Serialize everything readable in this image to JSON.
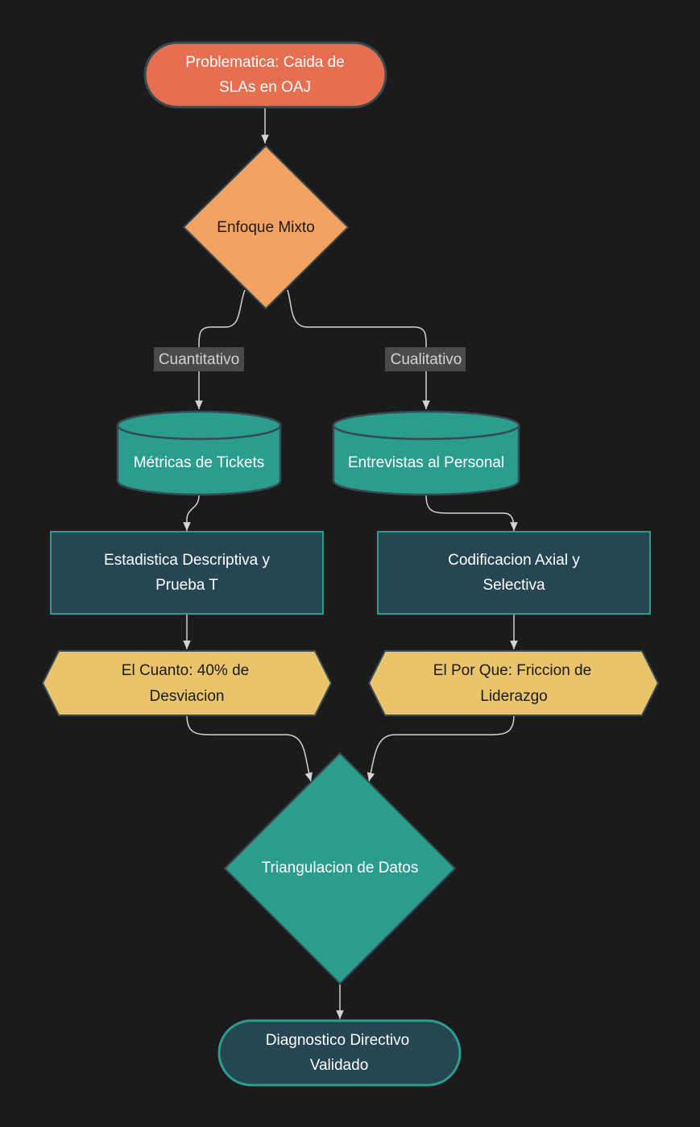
{
  "colors": {
    "background": "#1b1b1b",
    "start": "#e76f51",
    "decision": "#f4a261",
    "teal": "#2a9d8f",
    "dark": "#264653",
    "result": "#e9c46a",
    "stroke": "#364a52",
    "edge": "#d3d3d3",
    "edge_label_bg": "#4a4a4a"
  },
  "nodes": {
    "problem": {
      "line1": "Problematica: Caida de",
      "line2": "SLAs en OAJ"
    },
    "approach": {
      "label": "Enfoque Mixto"
    },
    "metrics": {
      "label": "Métricas de Tickets"
    },
    "interviews": {
      "label": "Entrevistas al Personal"
    },
    "stats": {
      "line1": "Estadistica Descriptiva y",
      "line2": "Prueba T"
    },
    "coding": {
      "line1": "Codificacion Axial y",
      "line2": "Selectiva"
    },
    "how_much": {
      "line1": "El Cuanto: 40% de",
      "line2": "Desviacion"
    },
    "why": {
      "line1": "El Por Que: Friccion de",
      "line2": "Liderazgo"
    },
    "triangulation": {
      "label": "Triangulacion de Datos"
    },
    "diagnosis": {
      "line1": "Diagnostico Directivo",
      "line2": "Validado"
    }
  },
  "edge_labels": {
    "quantitative": "Cuantitativo",
    "qualitative": "Cualitativo"
  }
}
